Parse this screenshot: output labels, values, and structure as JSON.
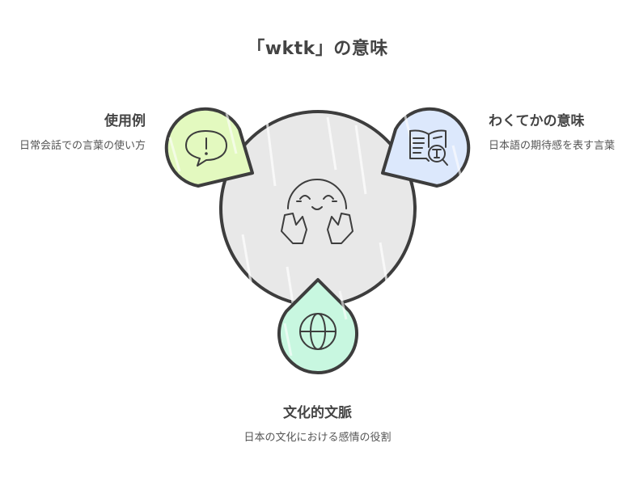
{
  "title": "「wktk」の意味",
  "center": {
    "icon": "happy-face-hands-icon",
    "fill": "#e8e8e8"
  },
  "nodes": [
    {
      "id": "usage",
      "title": "使用例",
      "description": "日常会話での言葉の使い方",
      "icon": "speech-bubble-exclamation-icon",
      "fill": "#e3f9bf",
      "position": "upper-left"
    },
    {
      "id": "meaning",
      "title": "わくてかの意味",
      "description": "日本語の期待感を表す言葉",
      "icon": "book-search-text-icon",
      "fill": "#dce8fc",
      "position": "upper-right"
    },
    {
      "id": "culture",
      "title": "文化的文脈",
      "description": "日本の文化における感情の役割",
      "icon": "globe-icon",
      "fill": "#c8f7e0",
      "position": "bottom"
    }
  ],
  "colors": {
    "stroke": "#3d3d3d",
    "text": "#444444"
  }
}
